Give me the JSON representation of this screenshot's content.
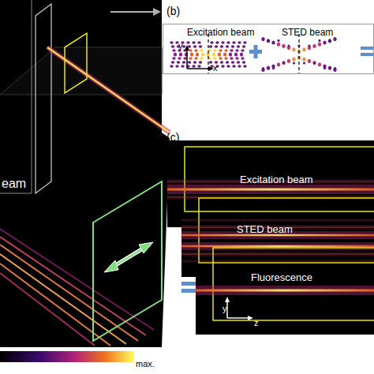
{
  "diagram": {
    "nodes": [
      {
        "text": [
          "Excitation beam",
          "STED beam"
        ]
      },
      {
        "text": [
          "Excitation beam"
        ]
      },
      {
        "text": [
          "STED beam"
        ]
      },
      {
        "text": [
          "Fluorescence"
        ]
      }
    ],
    "labels": [
      "(b)",
      "y",
      "x",
      "(c)",
      "y",
      "z",
      "eam",
      "max."
    ]
  }
}
